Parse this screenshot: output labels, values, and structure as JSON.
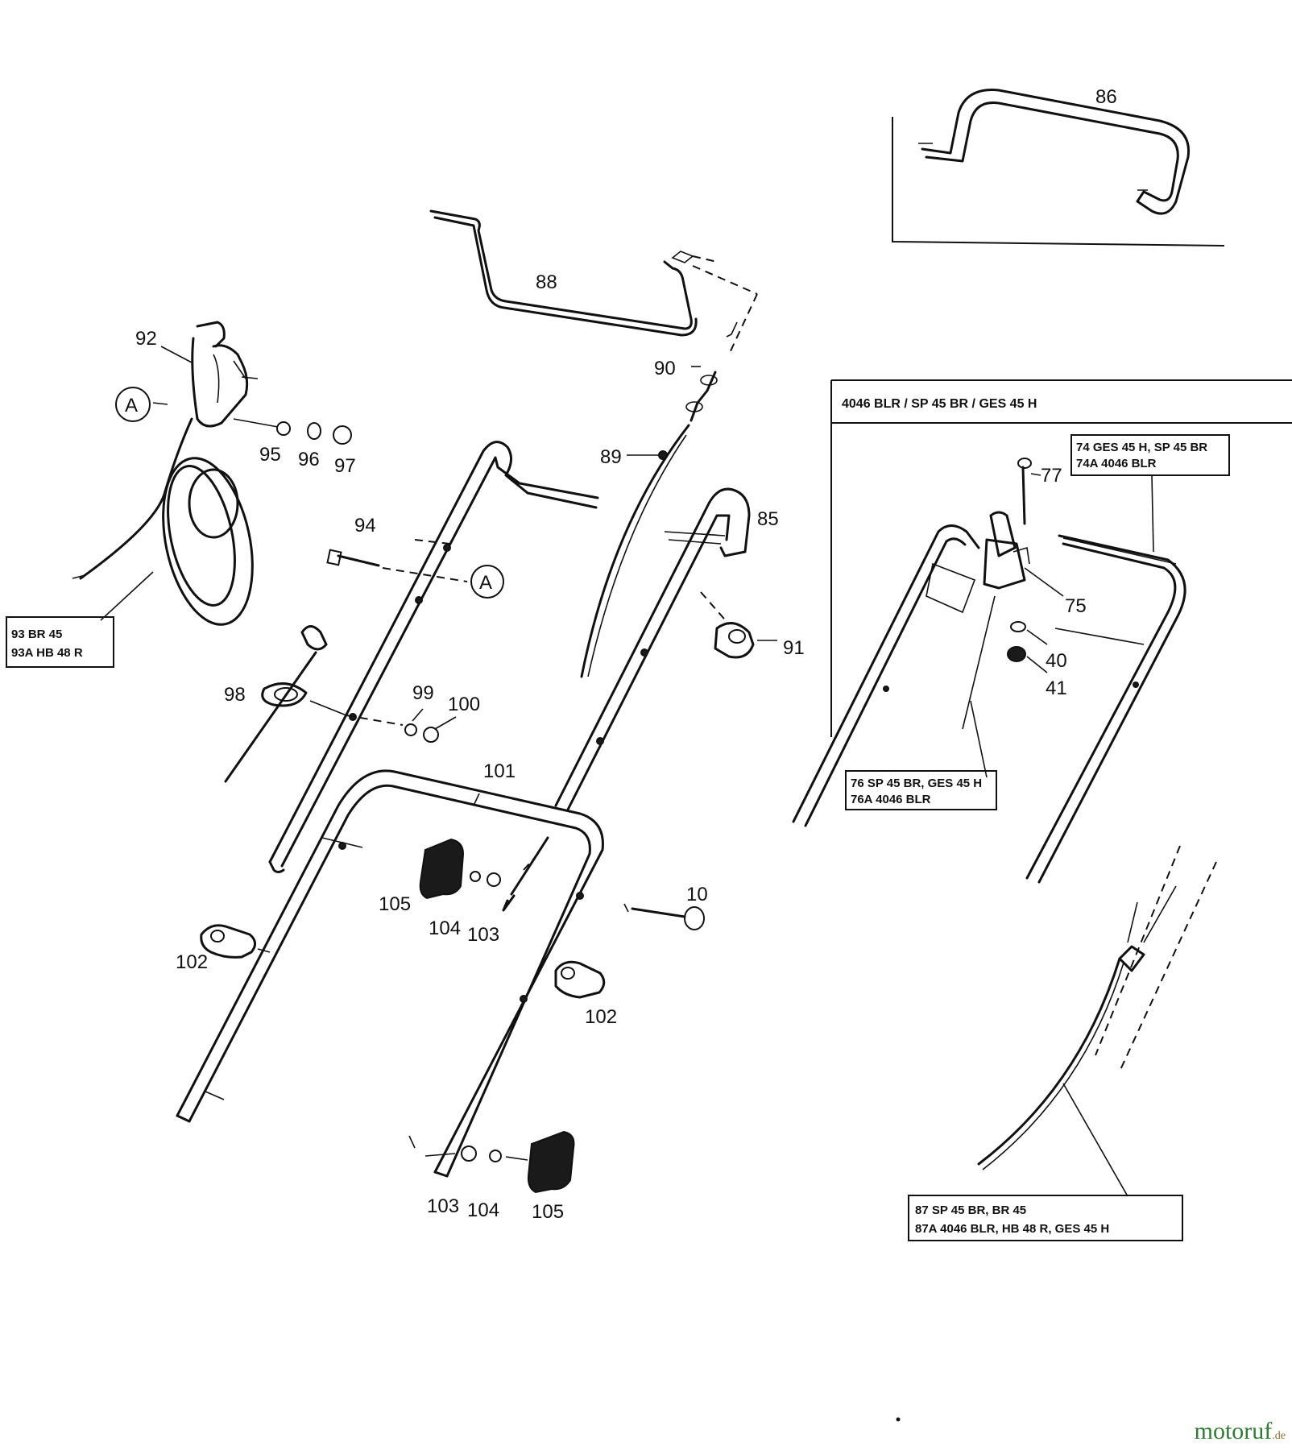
{
  "labels": {
    "p86": "86",
    "p88": "88",
    "p90": "90",
    "p89": "89",
    "p85": "85",
    "p92": "92",
    "circle_a_left": "A",
    "p95": "95",
    "p96": "96",
    "p97": "97",
    "p94": "94",
    "circle_a_mid": "A",
    "p91": "91",
    "p98": "98",
    "p99": "99",
    "p100": "100",
    "p101": "101",
    "p105_upper": "105",
    "p104_upper": "104",
    "p103_upper": "103",
    "p10": "10",
    "p102_left": "102",
    "p102_right": "102",
    "p103_lower": "103",
    "p104_lower": "104",
    "p105_lower": "105",
    "p77": "77",
    "p75": "75",
    "p40": "40",
    "p41": "41"
  },
  "boxes": {
    "box93": [
      "93  BR 45",
      "93A  HB 48 R"
    ],
    "box74": [
      "74  GES 45 H, SP 45 BR",
      "74A  4046 BLR"
    ],
    "box76": [
      "76  SP 45 BR, GES 45 H",
      "76A  4046 BLR"
    ],
    "box87": [
      "87   SP 45 BR, BR 45",
      "87A  4046 BLR, HB 48 R, GES 45 H"
    ]
  },
  "variant_header": "4046 BLR  /  SP 45 BR  /  GES 45 H",
  "watermark": {
    "brand": "motoruf",
    "suffix": ".de"
  }
}
